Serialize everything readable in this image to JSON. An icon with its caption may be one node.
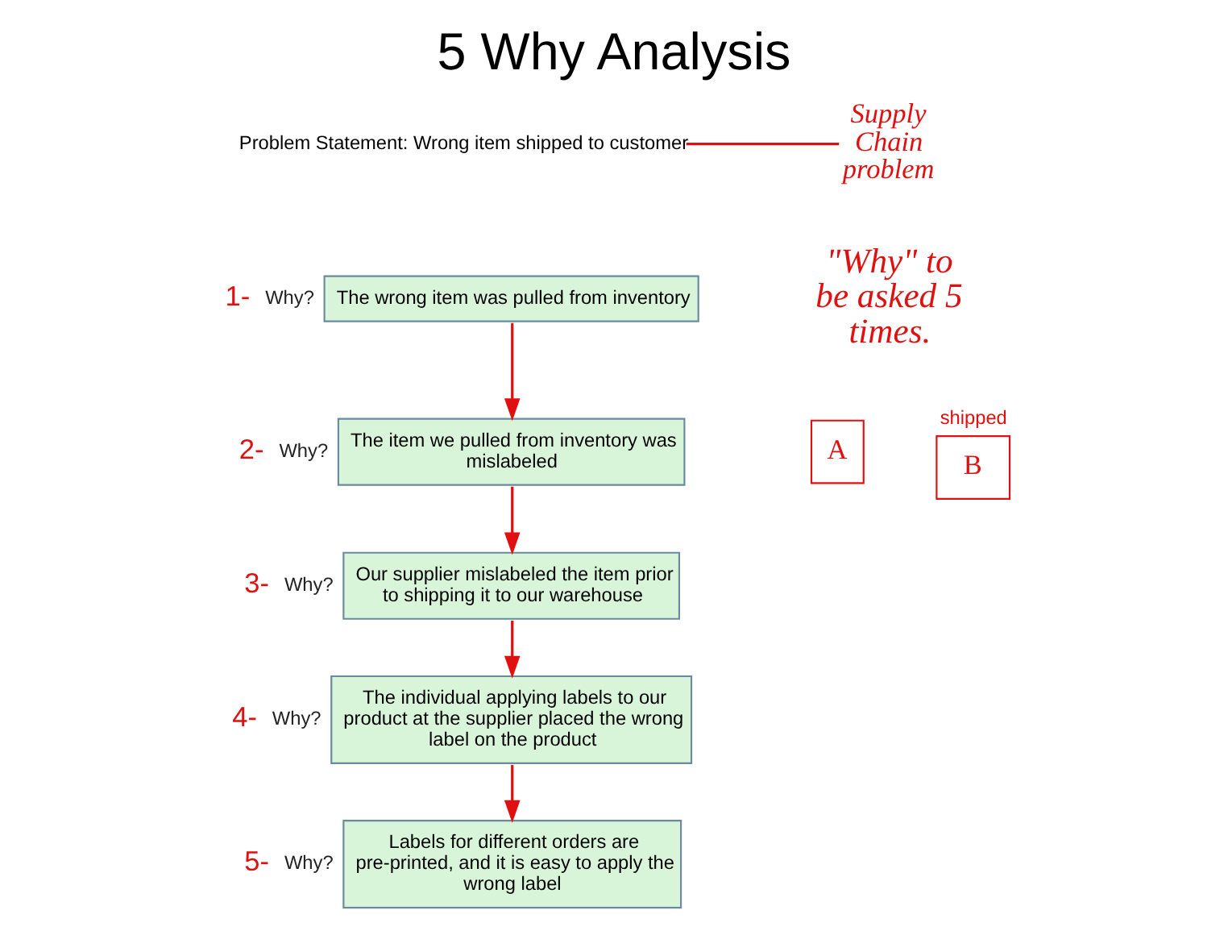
{
  "diagram": {
    "title": "5 Why Analysis",
    "nodes": [
      {
        "text": [
          "Problem Statement: Wrong item shipped to customer"
        ]
      },
      {
        "text": [
          "The wrong item was pulled from inventory"
        ],
        "beside": [
          "1-",
          "Why?"
        ]
      },
      {
        "text": [
          "The item we pulled from inventory was mislabeled"
        ],
        "beside": [
          "2-",
          "Why?"
        ]
      },
      {
        "text": [
          "Our supplier mislabeled the item prior to shipping it to our warehouse"
        ],
        "beside": [
          "3-",
          "Why?"
        ]
      },
      {
        "text": [
          "The individual applying labels to our product at the supplier placed the wrong label on the product"
        ],
        "beside": [
          "4-",
          "Why?"
        ]
      },
      {
        "text": [
          "Labels for different orders are pre-printed, and it is easy to apply the wrong label"
        ],
        "beside": [
          "5-",
          "Why?"
        ]
      },
      {
        "text": [
          "Supply Chain problem"
        ]
      },
      {
        "text": [
          "A"
        ]
      },
      {
        "text": [
          "B"
        ],
        "beside": [
          "shipped"
        ]
      }
    ],
    "edges": [
      {
        "from": 1,
        "to": 2,
        "arrow": "to"
      },
      {
        "from": 2,
        "to": 3,
        "arrow": "to"
      },
      {
        "from": 3,
        "to": 4,
        "arrow": "to"
      },
      {
        "from": 4,
        "to": 5,
        "arrow": "to"
      },
      {
        "from": 0,
        "to": 6,
        "arrow": "none"
      }
    ],
    "labels": [
      "\"Why\" to be asked 5 times."
    ]
  }
}
